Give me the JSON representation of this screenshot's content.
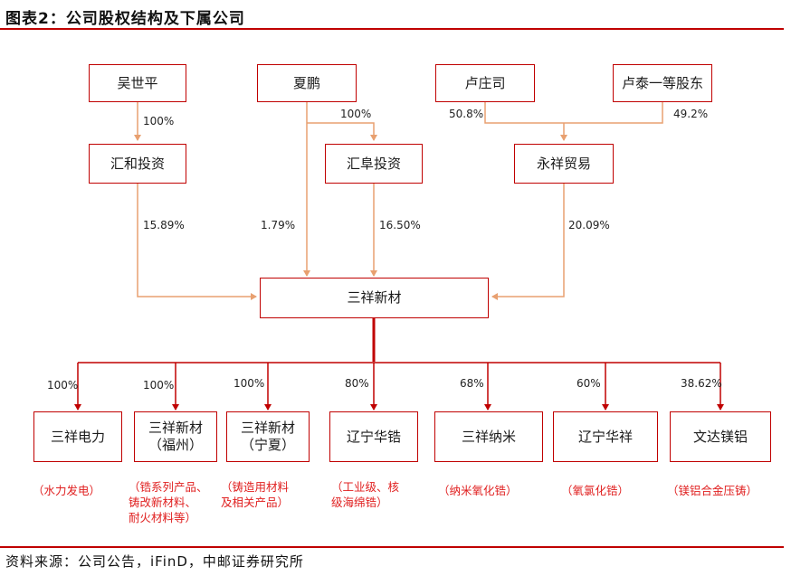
{
  "header": {
    "title": "图表2：公司股权结构及下属公司"
  },
  "footer": {
    "source": "资料来源：公司公告，iFinD，中邮证券研究所"
  },
  "shareholders": {
    "wu": "吴世平",
    "xia": "夏鹏",
    "lu_zhuang": "卢庄司",
    "lu_tai": "卢泰一等股东",
    "huihe": "汇和投资",
    "huifu": "汇阜投资",
    "yongxiang": "永祥贸易"
  },
  "center": {
    "name": "三祥新材"
  },
  "ownership_labels": {
    "wu_huihe": "100%",
    "xia_huifu": "100%",
    "luzhuang_yongxiang": "50.8%",
    "lutai_yongxiang": "49.2%",
    "huihe_center": "15.89%",
    "xia_center": "1.79%",
    "huifu_center": "16.50%",
    "yongxiang_center": "20.09%"
  },
  "subsidiaries": [
    {
      "name": "三祥电力",
      "pct": "100%",
      "note": "（水力发电）"
    },
    {
      "name": "三祥新材\n（福州）",
      "pct": "100%",
      "note": "（锆系列产品、\n铸改新材料、\n耐火材料等）"
    },
    {
      "name": "三祥新材\n（宁夏）",
      "pct": "100%",
      "note": "（铸造用材料\n及相关产品）"
    },
    {
      "name": "辽宁华锆",
      "pct": "80%",
      "note": "（工业级、核\n级海绵锆）"
    },
    {
      "name": "三祥纳米",
      "pct": "68%",
      "note": "（纳米氧化锆）"
    },
    {
      "name": "辽宁华祥",
      "pct": "60%",
      "note": "（氧氯化锆）"
    },
    {
      "name": "文达镁铝",
      "pct": "38.62%",
      "note": "（镁铝合金压铸）"
    }
  ],
  "colors": {
    "line_red": "#c00000",
    "arrow_orange": "#e8a070",
    "note_red": "#e02020"
  }
}
